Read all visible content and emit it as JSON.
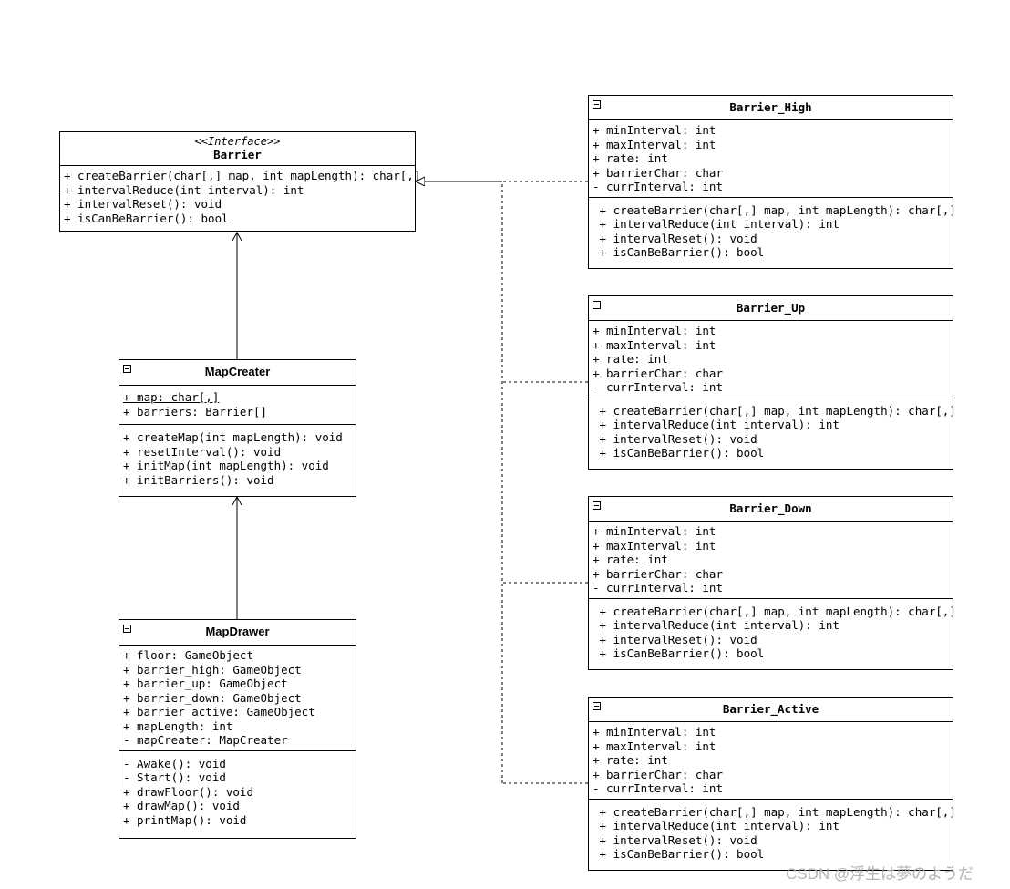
{
  "barrier": {
    "stereotype": "<<Interface>>",
    "name": "Barrier",
    "ops": [
      "+ createBarrier(char[,] map, int mapLength): char[,]",
      "+ intervalReduce(int interval): int",
      "+ intervalReset(): void",
      "+ isCanBeBarrier(): bool"
    ]
  },
  "mapcreater": {
    "name": "MapCreater",
    "attr_static": "+ map: char[,]",
    "attrs": [
      "+ barriers: Barrier[]"
    ],
    "ops": [
      "+ createMap(int mapLength): void",
      "+ resetInterval(): void",
      "+ initMap(int mapLength): void",
      "+ initBarriers(): void"
    ]
  },
  "mapdrawer": {
    "name": "MapDrawer",
    "attrs": [
      "+ floor: GameObject",
      "+ barrier_high: GameObject",
      "+ barrier_up: GameObject",
      "+ barrier_down: GameObject",
      "+ barrier_active: GameObject",
      "+ mapLength: int",
      "- mapCreater: MapCreater"
    ],
    "ops": [
      "- Awake(): void",
      "- Start(): void",
      "+ drawFloor(): void",
      "+ drawMap(): void",
      "+ printMap(): void"
    ]
  },
  "impls": [
    {
      "name": "Barrier_High",
      "attrs": [
        "+ minInterval: int",
        "+ maxInterval: int",
        "+ rate: int",
        "+ barrierChar: char",
        "- currInterval: int"
      ],
      "ops": [
        " + createBarrier(char[,] map, int mapLength): char[,]",
        " + intervalReduce(int interval): int",
        " + intervalReset(): void",
        " + isCanBeBarrier(): bool"
      ]
    },
    {
      "name": "Barrier_Up",
      "attrs": [
        "+ minInterval: int",
        "+ maxInterval: int",
        "+ rate: int",
        "+ barrierChar: char",
        "- currInterval: int"
      ],
      "ops": [
        " + createBarrier(char[,] map, int mapLength): char[,]",
        " + intervalReduce(int interval): int",
        " + intervalReset(): void",
        " + isCanBeBarrier(): bool"
      ]
    },
    {
      "name": "Barrier_Down",
      "attrs": [
        "+ minInterval: int",
        "+ maxInterval: int",
        "+ rate: int",
        "+ barrierChar: char",
        "- currInterval: int"
      ],
      "ops": [
        " + createBarrier(char[,] map, int mapLength): char[,]",
        " + intervalReduce(int interval): int",
        " + intervalReset(): void",
        " + isCanBeBarrier(): bool"
      ]
    },
    {
      "name": "Barrier_Active",
      "attrs": [
        "+ minInterval: int",
        "+ maxInterval: int",
        "+ rate: int",
        "+ barrierChar: char",
        "- currInterval: int"
      ],
      "ops": [
        " + createBarrier(char[,] map, int mapLength): char[,]",
        " + intervalReduce(int interval): int",
        " + intervalReset(): void",
        " + isCanBeBarrier(): bool"
      ]
    }
  ],
  "watermark": "CSDN @浮生は夢のようだ"
}
